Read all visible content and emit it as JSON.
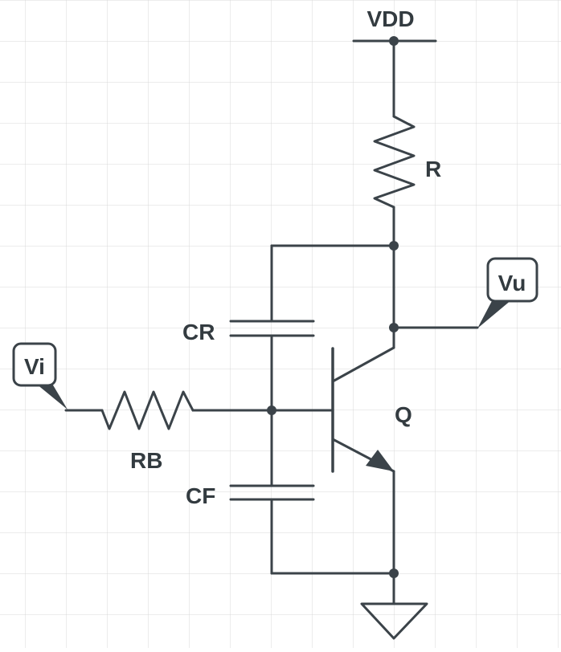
{
  "colors": {
    "wire": "#3b4349",
    "grid": "#d9d9d9",
    "background": "#ffffff",
    "text": "#333b40"
  },
  "labels": {
    "vdd": "VDD",
    "r": "R",
    "cr": "CR",
    "cf": "CF",
    "rb": "RB",
    "q": "Q"
  },
  "ports": {
    "vi": "Vi",
    "vu": "Vu"
  },
  "components": {
    "supply": "power-rail",
    "ground": "ground-triangle",
    "transistor": "npn-bjt"
  }
}
